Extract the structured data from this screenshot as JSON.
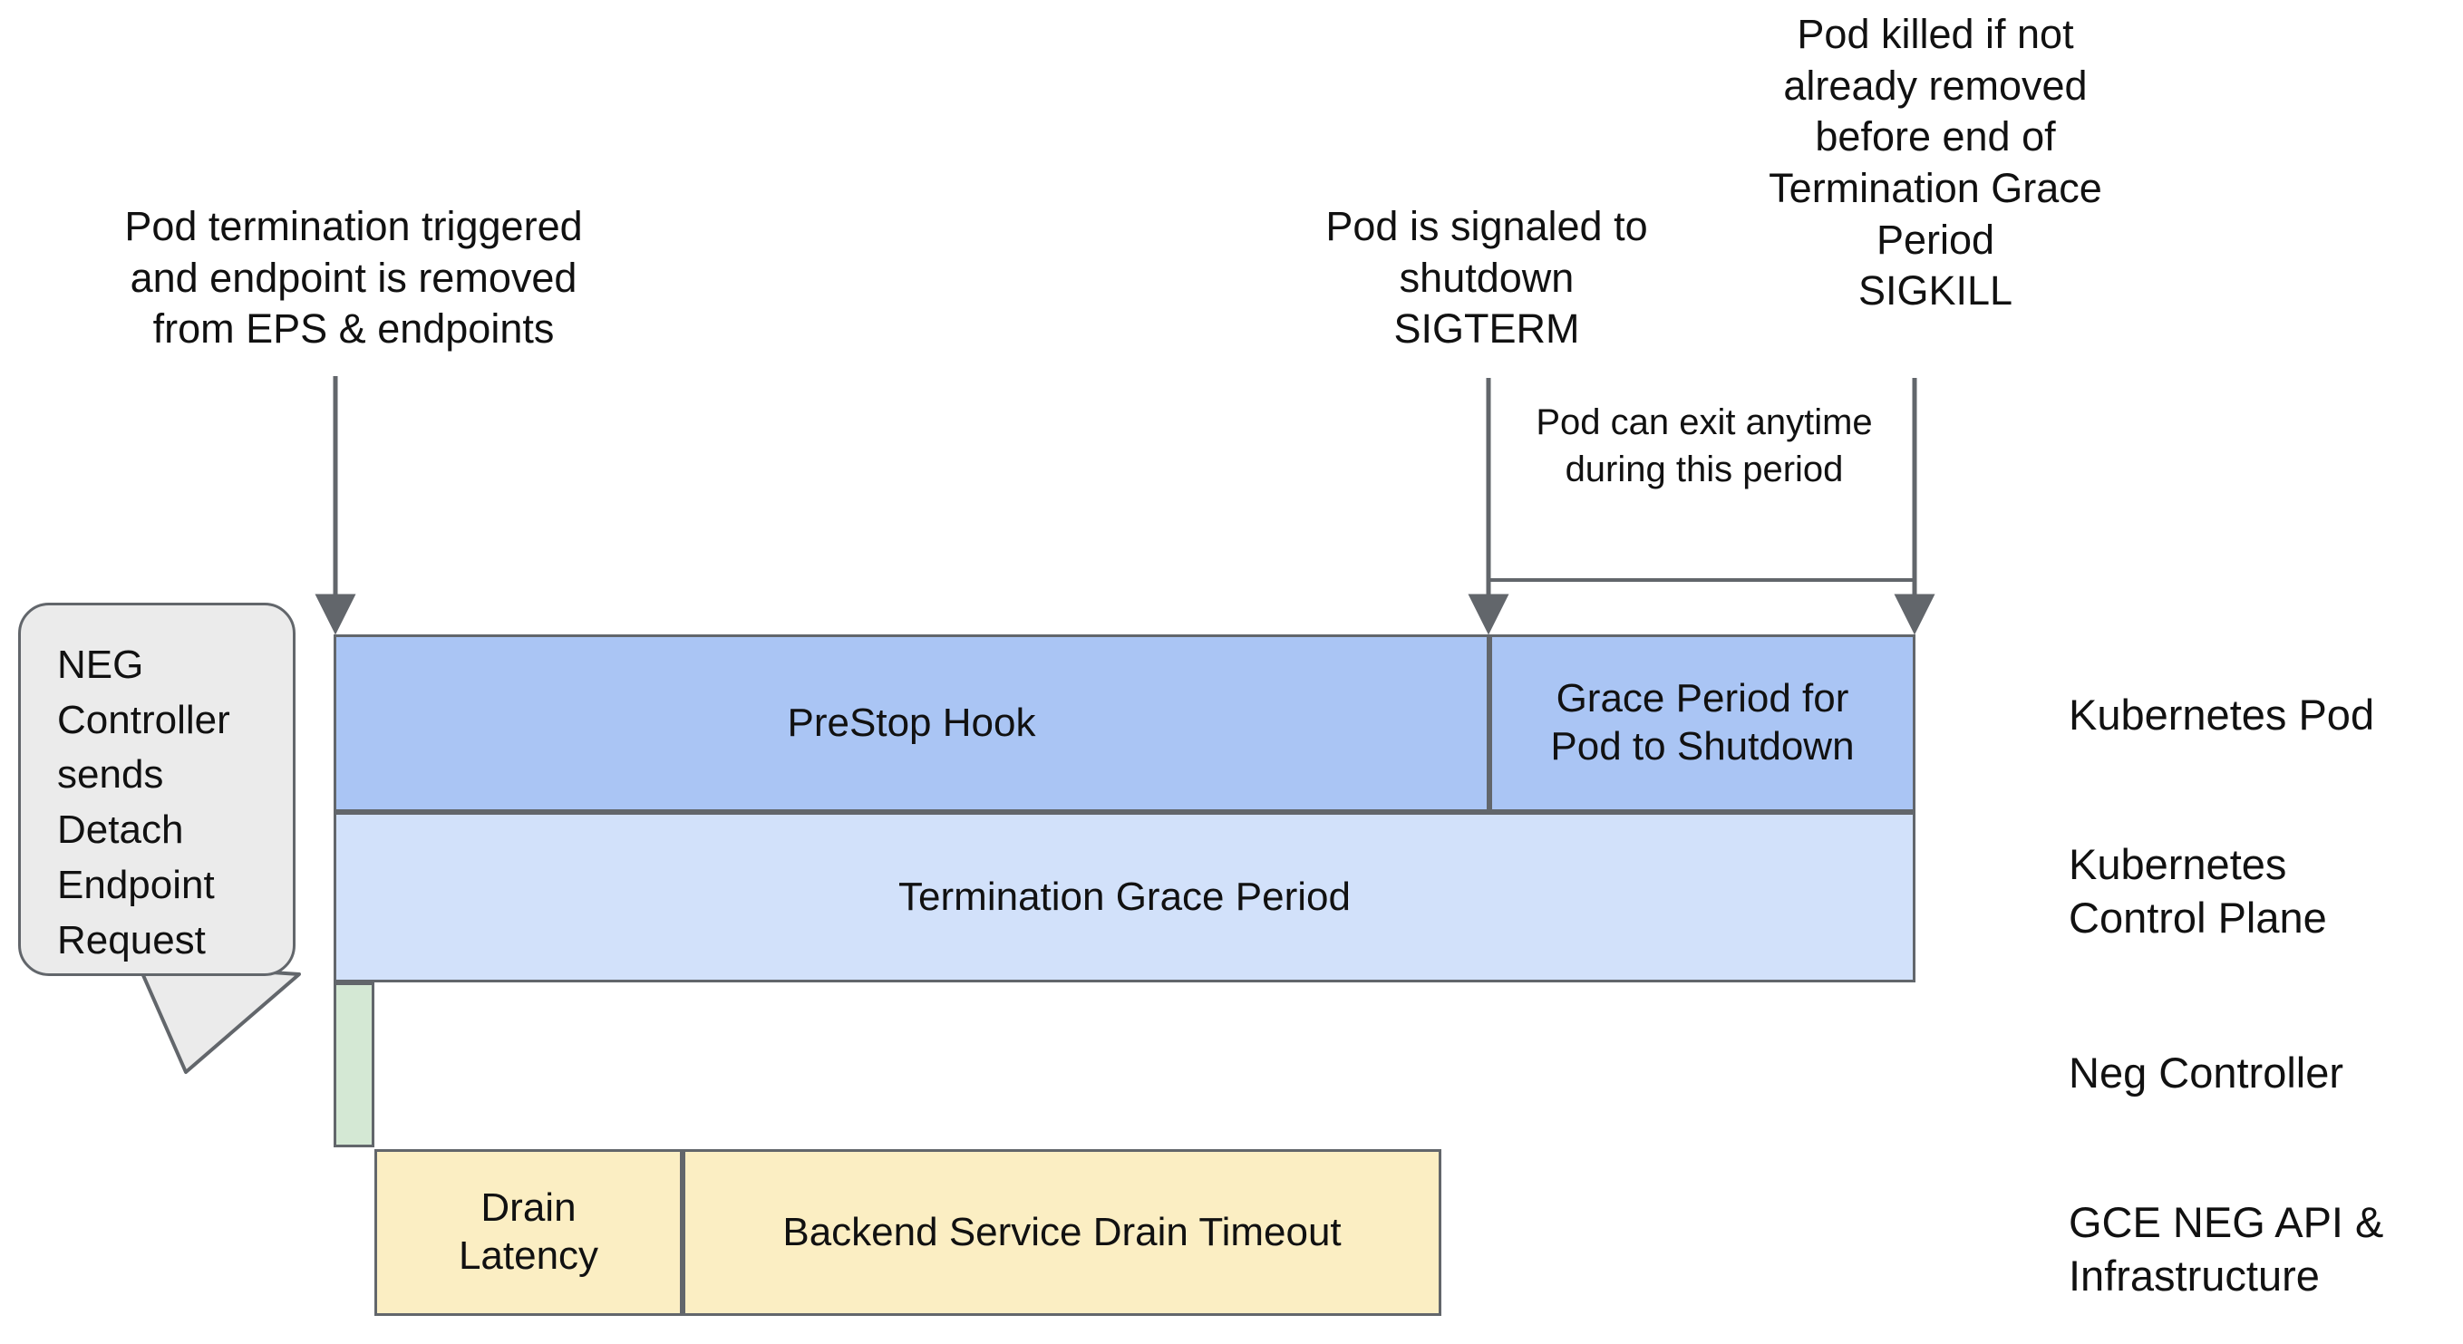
{
  "diagram": {
    "title": "Kubernetes Pod termination and NEG endpoint drain timeline",
    "annotations": {
      "termination_trigger": "Pod termination triggered\nand endpoint is removed\nfrom EPS & endpoints",
      "sigterm": "Pod is signaled to\nshutdown\nSIGTERM",
      "sigkill": "Pod killed if not\nalready removed\nbefore end of\nTermination Grace\nPeriod\nSIGKILL",
      "pod_exit_window": "Pod can exit anytime\nduring this period"
    },
    "callout": {
      "text": "NEG\nController\nsends\nDetach\nEndpoint\nRequest"
    },
    "bars": [
      {
        "id": "prestop",
        "label": "PreStop Hook",
        "lane": "Kubernetes Pod",
        "color": "#aac5f4"
      },
      {
        "id": "grace",
        "label": "Grace Period for\nPod to Shutdown",
        "lane": "Kubernetes Pod",
        "color": "#aac5f4"
      },
      {
        "id": "tgp",
        "label": "Termination Grace Period",
        "lane": "Kubernetes Control Plane",
        "color": "#d2e1fa"
      },
      {
        "id": "negctrl",
        "label": "",
        "lane": "Neg Controller",
        "color": "#d4e8d4"
      },
      {
        "id": "drain_latency",
        "label": "Drain\nLatency",
        "lane": "GCE NEG API & Infrastructure",
        "color": "#fbeec3"
      },
      {
        "id": "drain_timeout",
        "label": "Backend Service Drain Timeout",
        "lane": "GCE NEG API & Infrastructure",
        "color": "#fbeec3"
      }
    ],
    "legend": {
      "pod": "Kubernetes Pod",
      "control_plane": "Kubernetes\nControl Plane",
      "neg_controller": "Neg Controller",
      "gce": "GCE NEG API &\nInfrastructure"
    },
    "colors": {
      "pod_bar": "#aac5f4",
      "control_plane_bar": "#d2e1fa",
      "neg_bar": "#d4e8d4",
      "gce_bar": "#fbeec3",
      "callout_bg": "#ebebeb",
      "stroke": "#62666b",
      "text": "#111111",
      "background": "#ffffff"
    }
  }
}
